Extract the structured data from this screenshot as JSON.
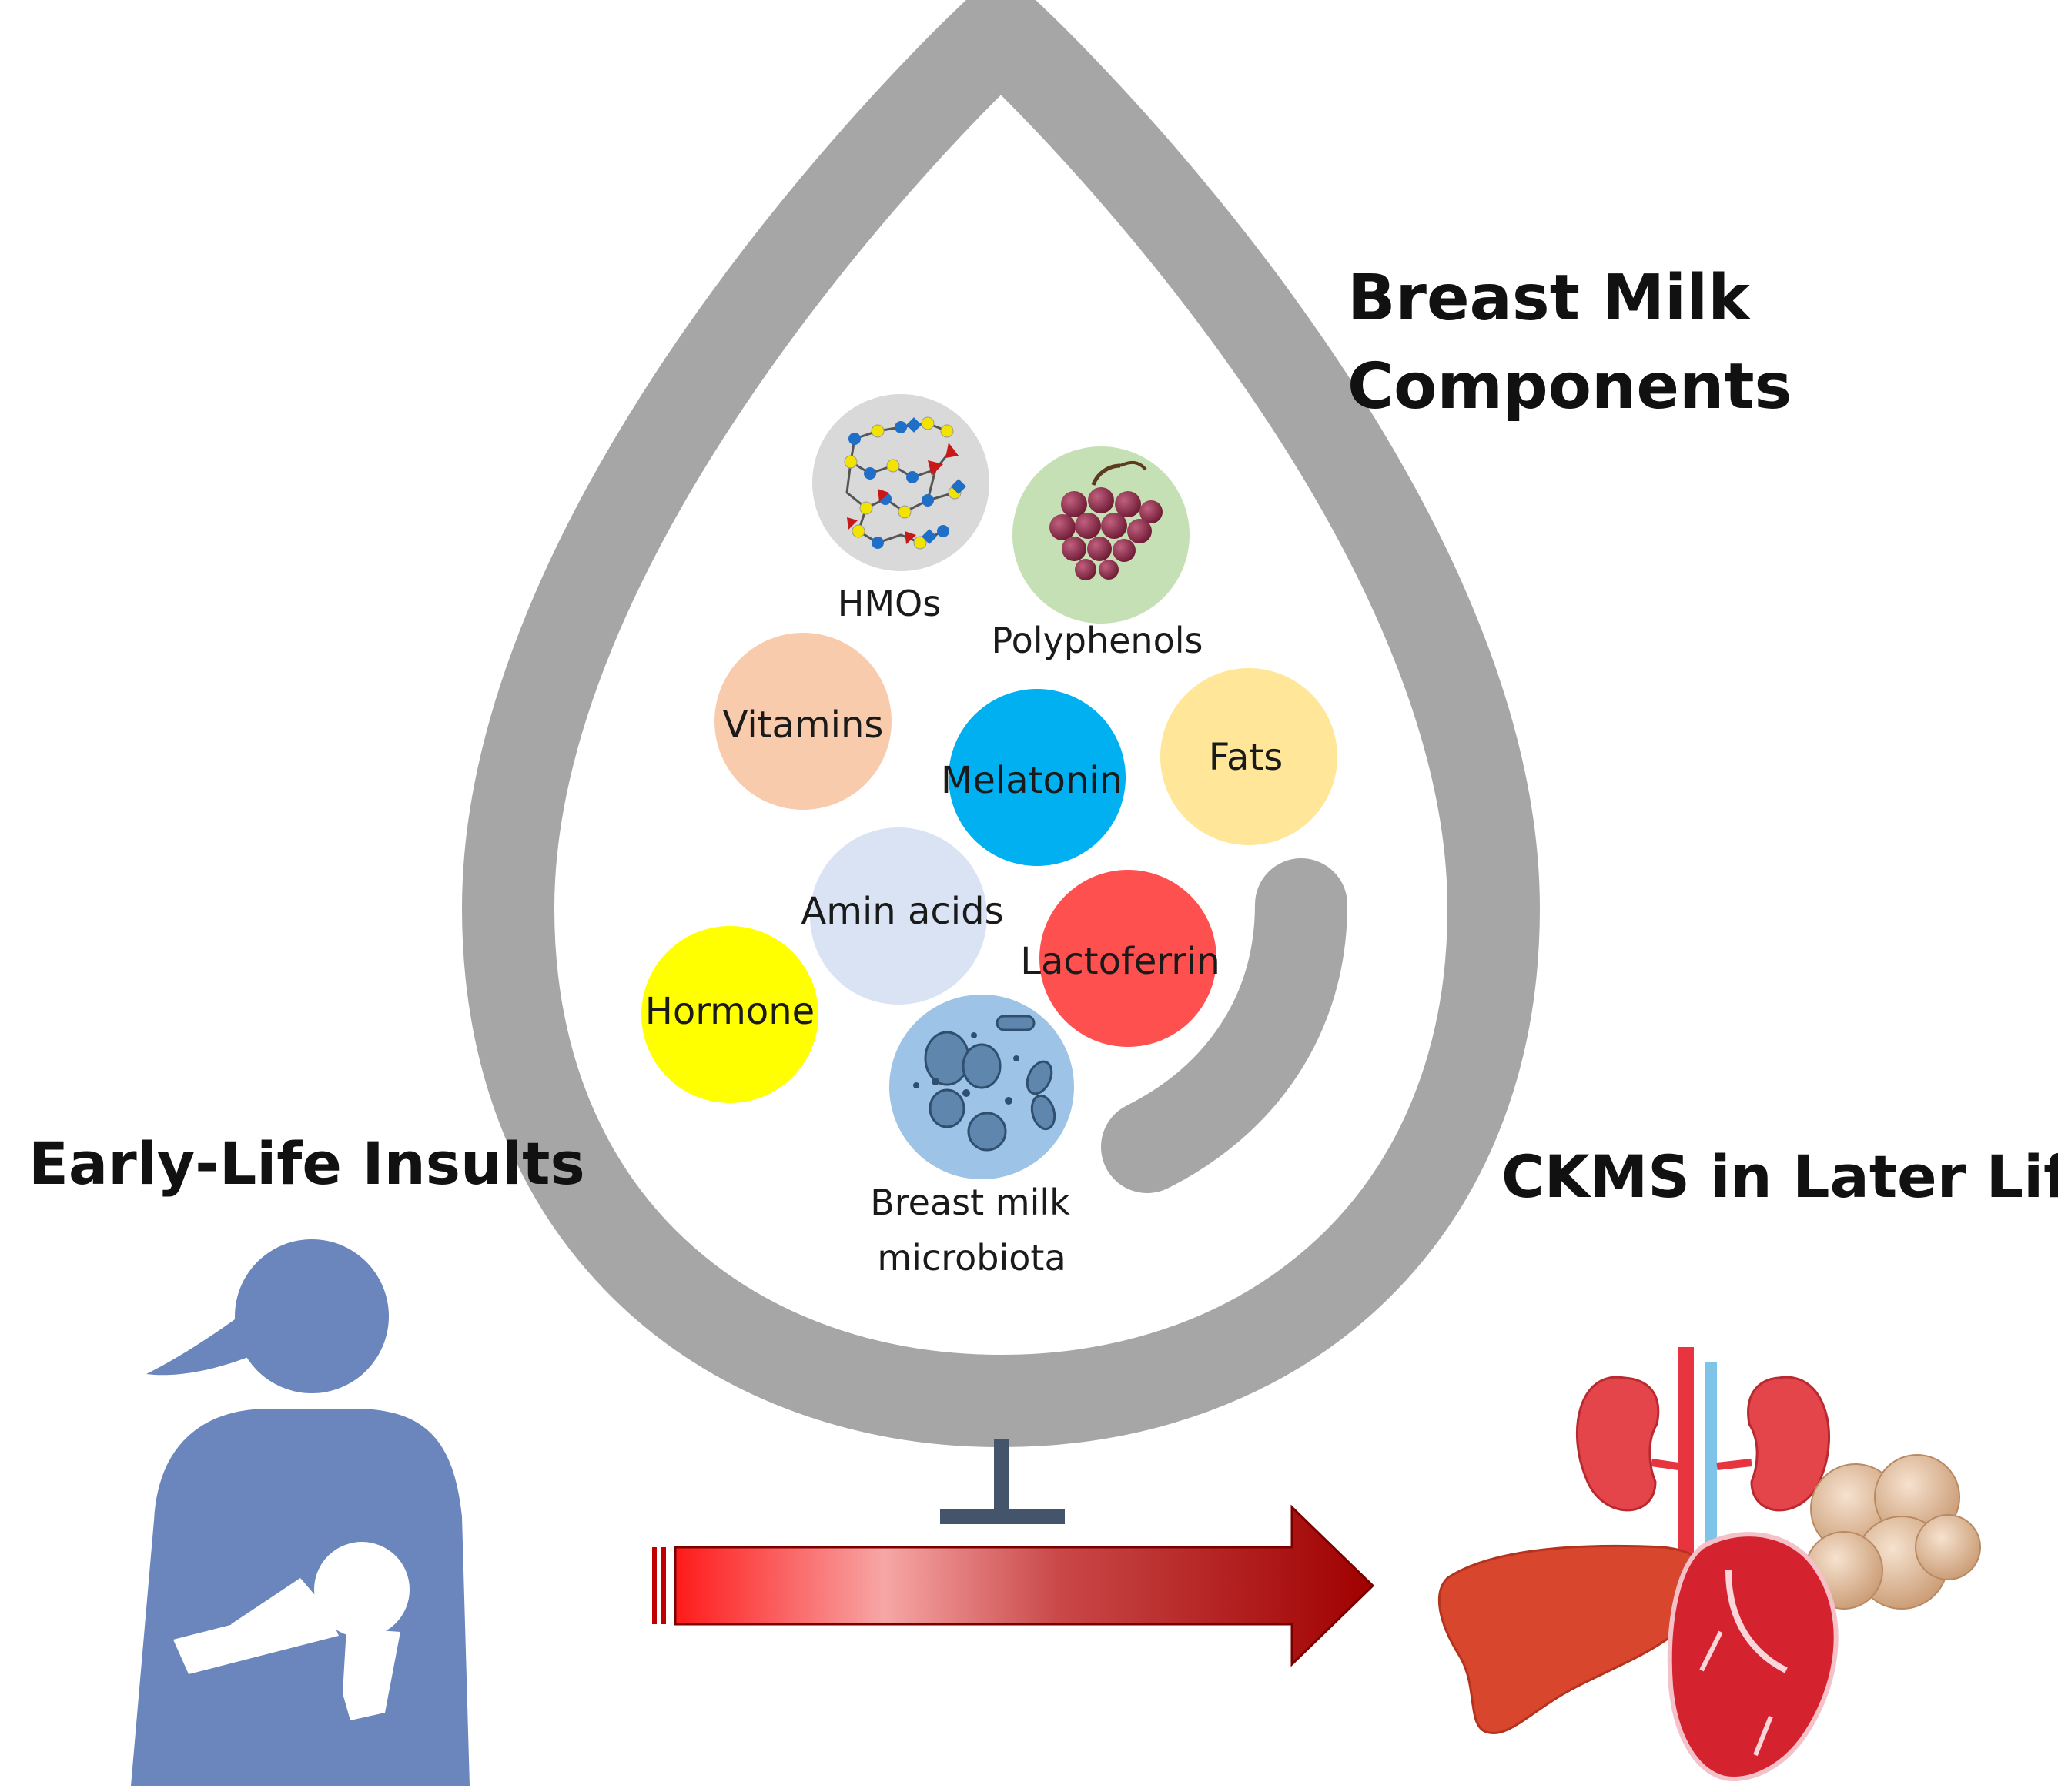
{
  "headings": {
    "components_line1": "Breast Milk",
    "components_line2": "Components",
    "insults": "Early-Life Insults",
    "outcome": "CKMS in Later Life"
  },
  "components": {
    "hmos": "HMOs",
    "polyphenols": "Polyphenols",
    "vitamins": "Vitamins",
    "melatonin": "Melatonin",
    "fats": "Fats",
    "amino_acids": "Amin acids",
    "lactoferrin": "Lactoferrin",
    "hormone": "Hormone",
    "microbiota_line1": "Breast milk",
    "microbiota_line2": "microbiota"
  },
  "colors": {
    "drop": "#a6a6a6",
    "vitamins": "#f8cbad",
    "melatonin": "#00b0f0",
    "fats": "#ffe699",
    "amino_acids": "#dae3f3",
    "lactoferrin": "#ff5050",
    "hormone": "#ffff00",
    "polyphenols": "#c5e0b4",
    "hmos": "#d9d9d9",
    "microbiota": "#9dc3e6",
    "mother": "#6a86bd",
    "inhibit": "#44546a",
    "arrow_dark": "#a50000",
    "arrow_bright": "#ff2020"
  },
  "icons": {
    "mother": "breastfeeding-mother-icon",
    "organs": "kidney-heart-liver-adipose-icon",
    "inhibit": "inhibition-tee-icon"
  }
}
